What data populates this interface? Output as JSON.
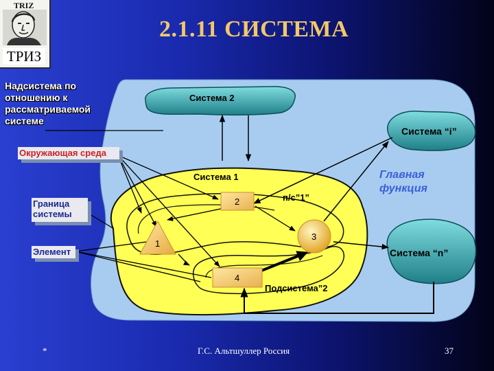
{
  "title": "2.1.11 СИСТЕМА",
  "logo": {
    "top_text": "TRIZ",
    "label": "ТРИЗ"
  },
  "supersystem_note": "Надсистема по отношению к рассматриваемой системе",
  "labels": {
    "environment": "Окружающая среда",
    "boundary": "Граница системы",
    "element": "Элемент",
    "system1": "Система 1",
    "system2": "Система 2",
    "system_i": "Система “i”",
    "system_n": "Система “n”",
    "main_function": "Главная функция",
    "subsystem1": "п/с”1”",
    "subsystem2": "Подсистема”2"
  },
  "elements": {
    "e1": "1",
    "e2": "2",
    "e3": "3",
    "e4": "4"
  },
  "footer": {
    "left": "*",
    "center": "Г.С. Альтшуллер Россия",
    "right": "37"
  },
  "colors": {
    "supersystem": "#a8ccf0",
    "system": "#ffff55",
    "teal": "#3aa0a8",
    "title": "#f2c86a",
    "main_function": "#3a5ed8",
    "environment": "#cc2222"
  }
}
